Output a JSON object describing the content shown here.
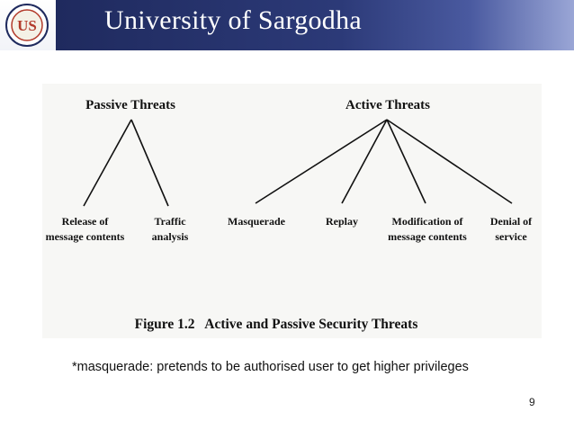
{
  "header": {
    "title": "University of Sargodha",
    "logo_text": "US",
    "colors": {
      "band_start": "#1f2a5e",
      "band_end": "#9aa6d6"
    }
  },
  "diagram": {
    "passive": {
      "title": "Passive Threats",
      "children": [
        {
          "line1": "Release of",
          "line2": "message contents"
        },
        {
          "line1": "Traffic",
          "line2": "analysis"
        }
      ]
    },
    "active": {
      "title": "Active Threats",
      "children": [
        {
          "line1": "Masquerade",
          "line2": ""
        },
        {
          "line1": "Replay",
          "line2": ""
        },
        {
          "line1": "Modification of",
          "line2": "message contents"
        },
        {
          "line1": "Denial of",
          "line2": "service"
        }
      ]
    },
    "caption": "Figure 1.2   Active and Passive Security Threats"
  },
  "note": "*masquerade: pretends to be authorised user to get higher privileges",
  "page_number": "9"
}
